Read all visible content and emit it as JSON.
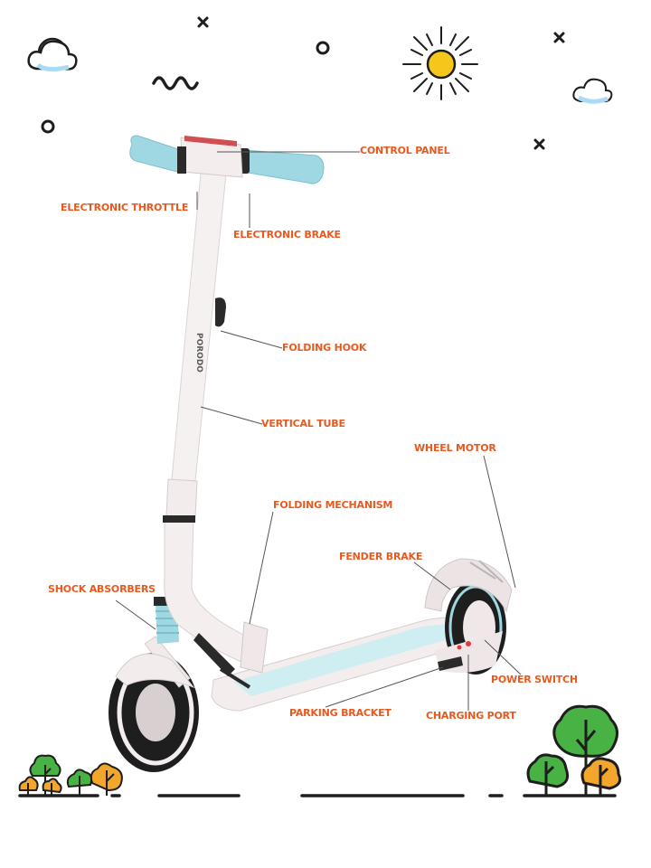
{
  "colors": {
    "label": "#e8591f",
    "leader": "#555555",
    "ink": "#1e1e1e",
    "cloud": "#a9dcf4",
    "sun": "#f6c71a",
    "grip": "#9fd8e2",
    "frame": "#f4eeee",
    "tree_green": "#49b244",
    "tree_orange": "#f2a72c"
  },
  "brand": "PORODO",
  "labels": {
    "control_panel": "CONTROL PANEL",
    "electronic_throttle": "ELECTRONIC THROTTLE",
    "electronic_brake": "ELECTRONIC BRAKE",
    "folding_hook": "FOLDING HOOK",
    "vertical_tube": "VERTICAL TUBE",
    "wheel_motor": "WHEEL MOTOR",
    "folding_mechanism": "FOLDING MECHANISM",
    "fender_brake": "FENDER BRAKE",
    "shock_absorbers": "SHOCK ABSORBERS",
    "power_switch": "POWER SWITCH",
    "parking_bracket": "PARKING BRACKET",
    "charging_port": "CHARGING PORT"
  }
}
